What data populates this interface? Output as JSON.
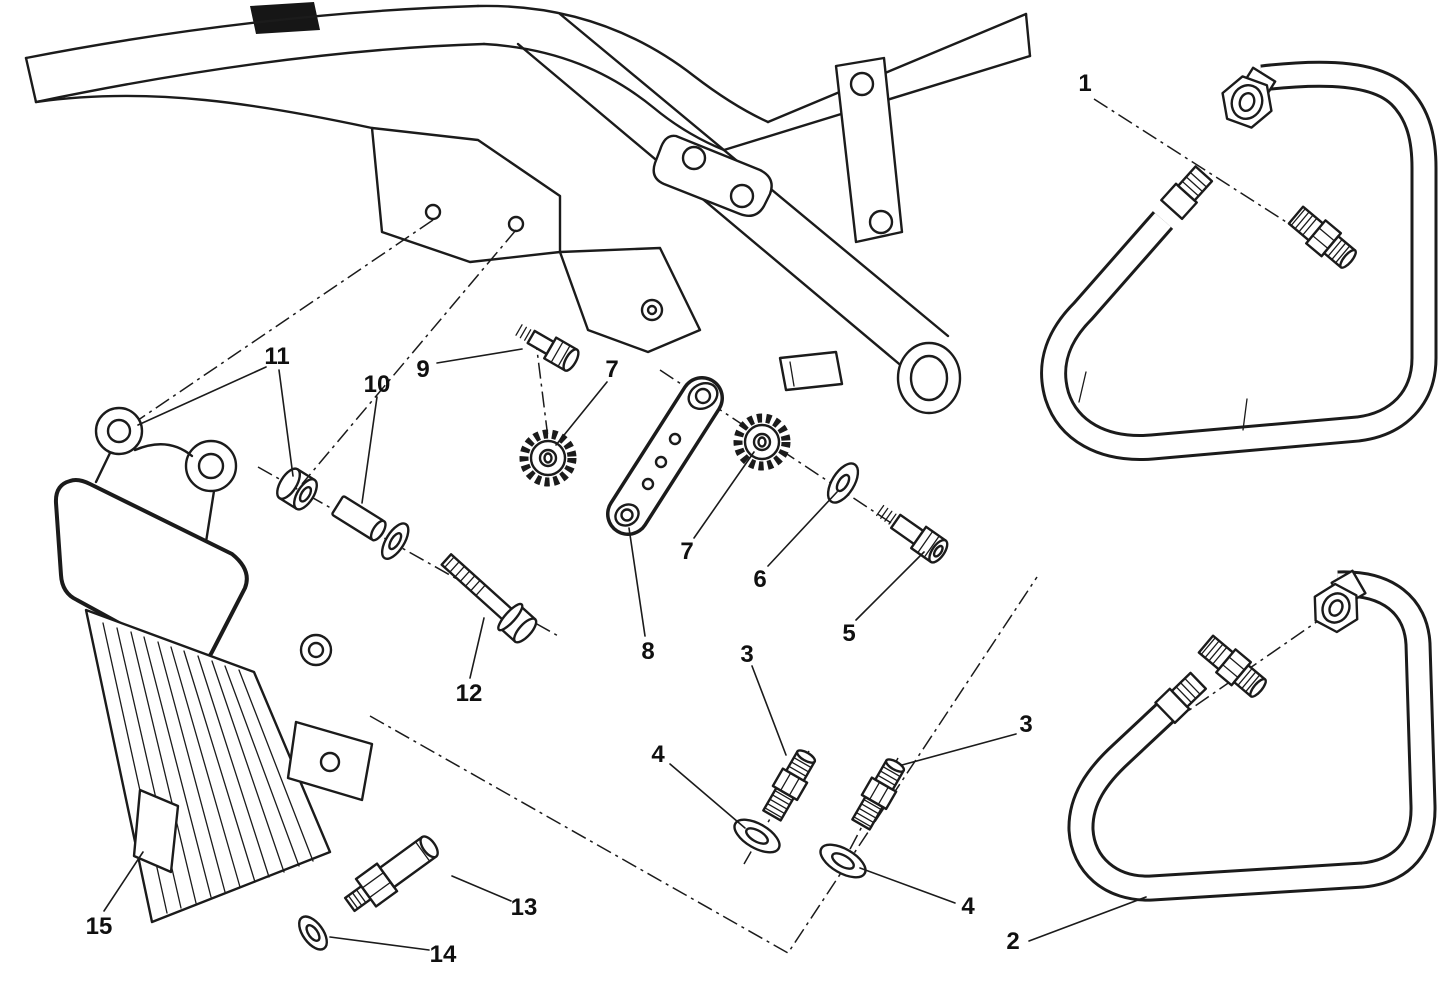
{
  "figure": {
    "type": "exploded-parts-diagram",
    "background_color": "#ffffff",
    "line_color": "#1b1b1b",
    "callouts": [
      "1",
      "2",
      "3",
      "3",
      "4",
      "4",
      "5",
      "6",
      "7",
      "7",
      "8",
      "9",
      "10",
      "11",
      "12",
      "13",
      "14",
      "15"
    ]
  }
}
